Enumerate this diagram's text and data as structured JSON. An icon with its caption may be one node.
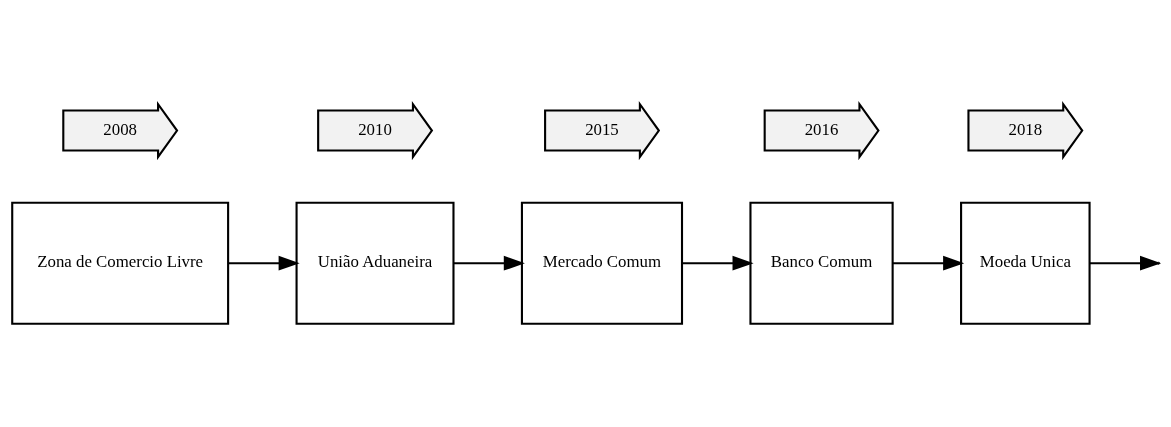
{
  "diagram": {
    "nodes": [
      {
        "text": [
          "Zona de Comercio Livre"
        ]
      },
      {
        "text": [
          "União Aduaneira"
        ]
      },
      {
        "text": [
          "Mercado Comum"
        ]
      },
      {
        "text": [
          "Banco Comum"
        ]
      },
      {
        "text": [
          "Moeda Unica"
        ]
      },
      {
        "text": [
          "2008"
        ]
      },
      {
        "text": [
          "2010"
        ]
      },
      {
        "text": [
          "2015"
        ]
      },
      {
        "text": [
          "2016"
        ]
      },
      {
        "text": [
          "2018"
        ]
      }
    ],
    "edges": [
      {
        "from": 0,
        "to": 1,
        "arrow": "to"
      },
      {
        "from": 1,
        "to": 2,
        "arrow": "to"
      },
      {
        "from": 2,
        "to": 3,
        "arrow": "to"
      },
      {
        "from": 3,
        "to": 4,
        "arrow": "to"
      },
      {
        "from": 4,
        "to": null,
        "arrow": "to"
      }
    ]
  }
}
